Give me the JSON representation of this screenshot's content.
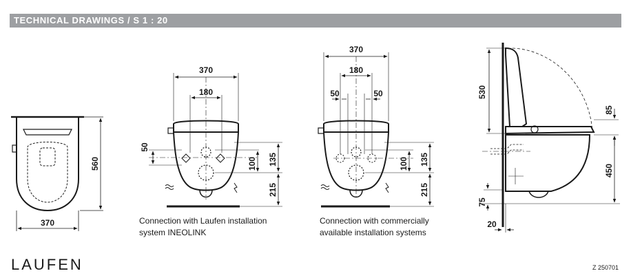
{
  "header": {
    "title": "TECHNICAL DRAWINGS / S 1 : 20",
    "bar_color": "#9d9fa2"
  },
  "views": {
    "top": {
      "width_label": "370",
      "depth_label": "560"
    },
    "ineolink": {
      "width_label": "370",
      "spacing_label": "180",
      "offset_label": "50",
      "dim_100": "100",
      "dim_135": "135",
      "dim_215": "215",
      "caption_line1": "Connection with Laufen installation",
      "caption_line2": "system INEOLINK"
    },
    "commercial": {
      "width_label": "370",
      "spacing_label": "180",
      "offset_left_label": "50",
      "offset_right_label": "50",
      "dim_100": "100",
      "dim_135": "135",
      "dim_215": "215",
      "caption_line1": "Connection with commercially",
      "caption_line2": "available installation systems"
    },
    "side": {
      "height_label": "530",
      "seat_label": "85",
      "seat_height_label": "450",
      "outlet_label": "75",
      "wall_label": "20"
    }
  },
  "footer": {
    "brand": "LAUFEN",
    "drawing_code": "Z 250701"
  }
}
